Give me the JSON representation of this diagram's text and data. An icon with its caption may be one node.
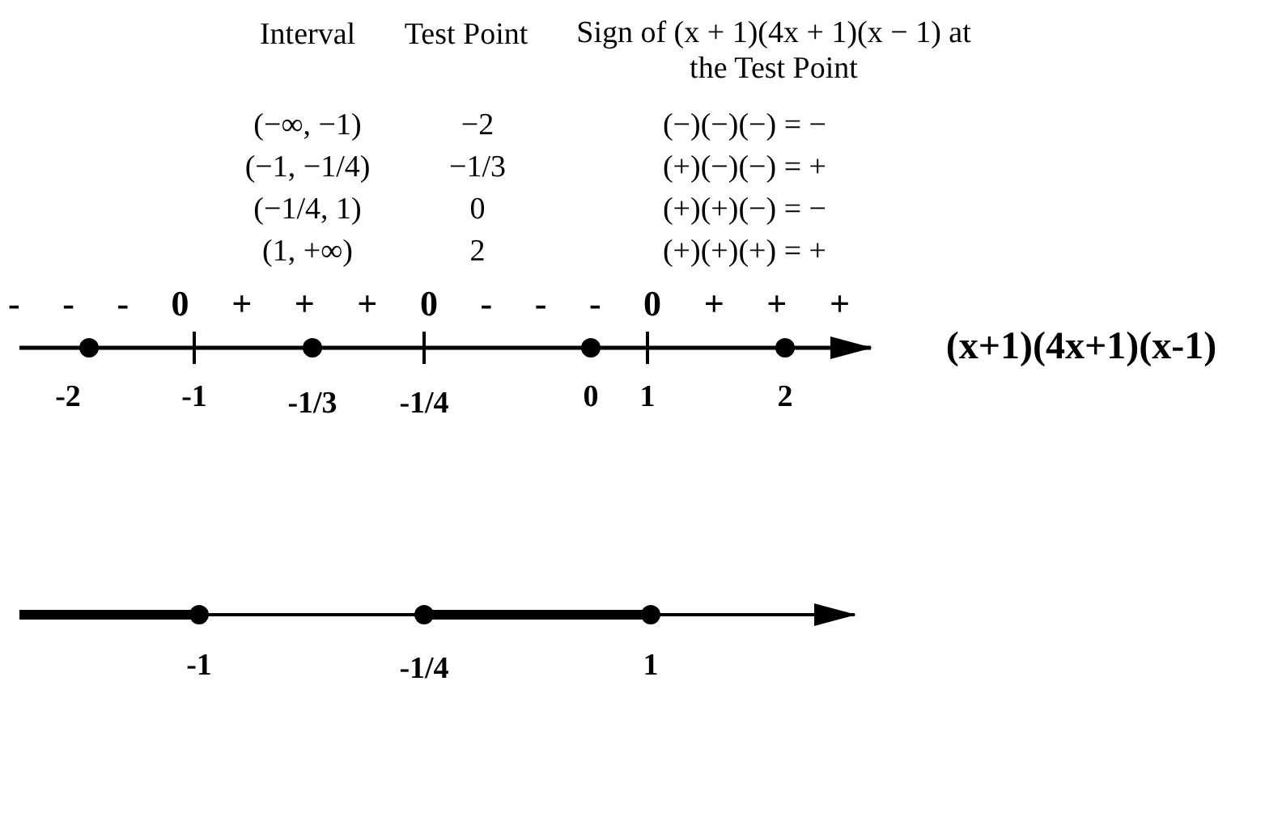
{
  "diagram": {
    "labels": [
      "Interval",
      "Test Point",
      "Sign of (x + 1)(4x + 1)(x − 1) at the Test Point",
      "(−∞, −1)",
      "−2",
      "(−)(−)(−) = −",
      "(−1, −1/4)",
      "−1/3",
      "(+)(−)(−) = +",
      "(−1/4, 1)",
      "0",
      "(+)(+)(−) = −",
      "(1, +∞)",
      "2",
      "(+)(+)(+) = +",
      "- - - 0 + + + 0 - - - 0 + + +",
      "(x+1)(4x+1)(x-1)",
      "-2",
      "-1",
      "-1/3",
      "-1/4",
      "0",
      "1",
      "2",
      "-1",
      "-1/4",
      "1"
    ]
  }
}
